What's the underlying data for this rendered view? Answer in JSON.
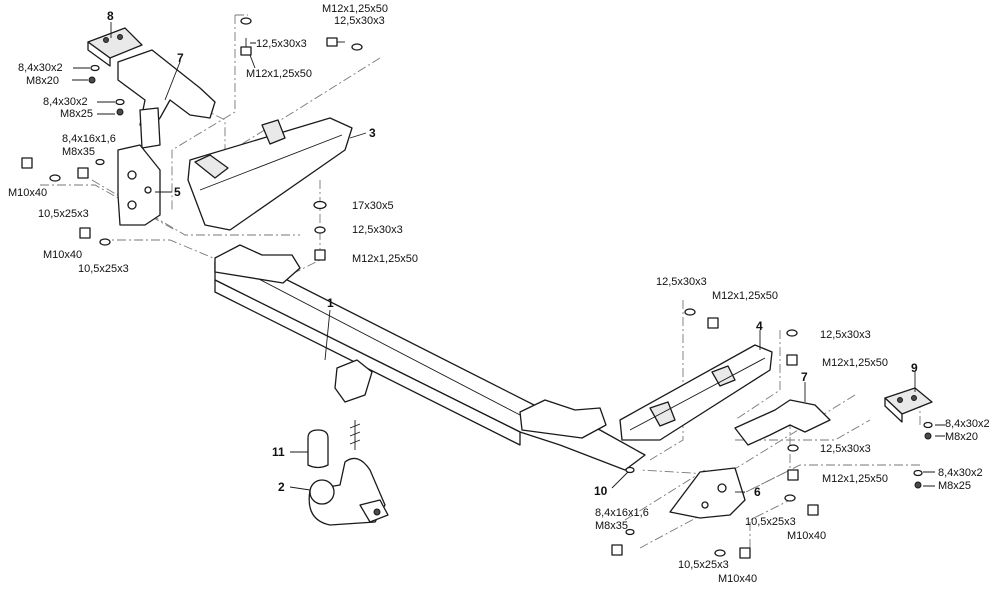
{
  "part_numbers": {
    "p1": "1",
    "p2": "2",
    "p3": "3",
    "p4": "4",
    "p5": "5",
    "p6": "6",
    "p7a": "7",
    "p7b": "7",
    "p8": "8",
    "p9": "9",
    "p10": "10",
    "p11": "11"
  },
  "hardware": {
    "tl_washer_a": "8,4x30x2",
    "tl_bolt_a": "M8x20",
    "tl_washer_b": "8,4x30x2",
    "tl_bolt_b": "M8x25",
    "tc_bolt_top": "M12x1,25x50",
    "tc_washer_top": "12,5x30x3",
    "tc_washer_mid": "12,5x30x3",
    "tc_bolt_mid": "M12x1,25x50",
    "lft_washer_16": "8,4x16x1,6",
    "lft_bolt_35": "M8x35",
    "lft_bolt_40a": "M10x40",
    "lft_washer_25a": "10,5x25x3",
    "lft_bolt_40b": "M10x40",
    "lft_washer_25b": "10,5x25x3",
    "ctr_washer_17": "17x30x5",
    "ctr_washer_125": "12,5x30x3",
    "ctr_bolt_m12": "M12x1,25x50",
    "rc_washer_125": "12,5x30x3",
    "rc_bolt_m12": "M12x1,25x50",
    "r4_washer": "12,5x30x3",
    "r4_bolt": "M12x1,25x50",
    "r7_washer": "12,5x30x3",
    "r7_bolt": "M12x1,25x50",
    "r9_washer_a": "8,4x30x2",
    "r9_bolt_a": "M8x20",
    "r9_washer_b": "8,4x30x2",
    "r9_bolt_b": "M8x25",
    "r6_washer_16": "8,4x16x1,6",
    "r6_bolt_35": "M8x35",
    "r6_washer_25a": "10,5x25x3",
    "r6_bolt_40a": "M10x40",
    "r6_washer_25b": "10,5x25x3",
    "r6_bolt_40b": "M10x40"
  }
}
